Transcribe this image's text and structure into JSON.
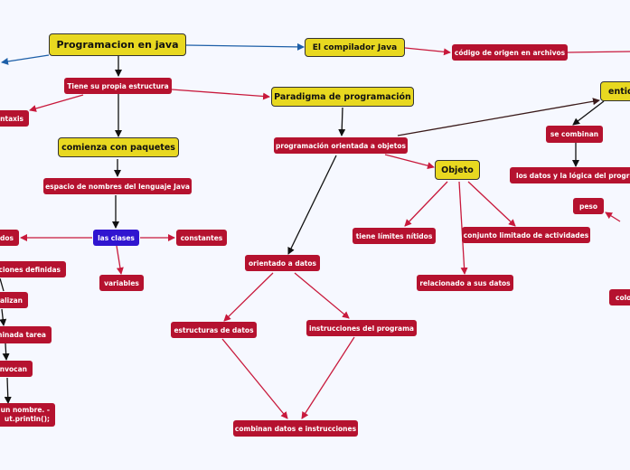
{
  "nodes": {
    "programacion_java": "Programacion en java",
    "compilador": "El compilador Java",
    "codigo_origen": "código de origen en archivos",
    "estructura": "Tiene su propia estructura",
    "paradigma": "Paradigma de programación",
    "entidad": "entid",
    "sintaxis": "ntaxis",
    "paquetes": "comienza con paquetes",
    "poo": "programación orientada a objetos",
    "se_combinan": "se combinan",
    "datos_logica": "los datos y la lógica del programa",
    "objeto": "Objeto",
    "espacio_nombres": "espacio de nombres del lenguaje Java",
    "peso": "peso",
    "las_clases": "las clases",
    "constantes": "constantes",
    "metodos": "dos",
    "limites": "tiene límites nítidos",
    "actividades": "conjunto limitado de actividades",
    "acciones": "cciones definidas",
    "orientado_datos": "orientado a datos",
    "variables": "variables",
    "relacionado": "relacionado a sus datos",
    "realizan": "alizan",
    "color": "colo",
    "tarea": "minada tarea",
    "estructuras": "estructuras de datos",
    "instrucciones": "instrucciones del programa",
    "invocan": "nvocan",
    "nombre_line1": "un nombre. -",
    "nombre_line2": "ut.println();",
    "combinan": "combinan datos e instrucciones"
  },
  "colors": {
    "central": "#e8d820",
    "subtopic": "#b5122f",
    "highlight": "#3015d0",
    "link_blue": "#1d5fa8",
    "link_red": "#c8193c",
    "link_black": "#111111",
    "link_dark": "#3a1a1a"
  }
}
